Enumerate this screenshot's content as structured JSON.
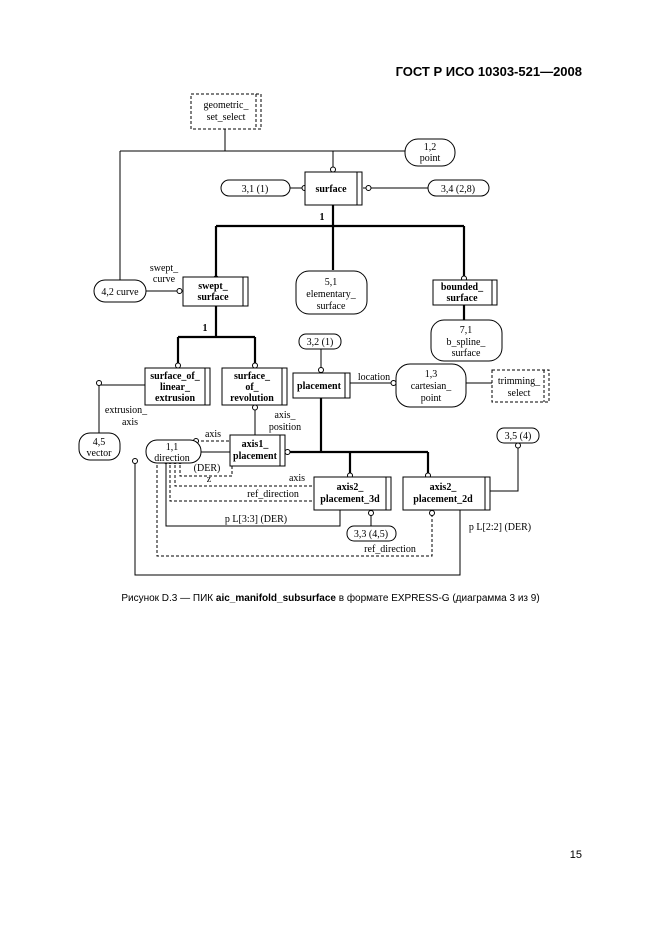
{
  "header": {
    "title": "ГОСТ Р ИСО 10303-521—2008"
  },
  "page_number": "15",
  "caption": {
    "prefix": "Рисунок D.3 — ПИК ",
    "name": "aic_manifold_subsurface",
    "suffix": " в формате EXPRESS-G (диаграмма 3 из 9)"
  },
  "diagram": {
    "entities": {
      "surface": "surface",
      "swept_surface": [
        "swept_",
        "surface"
      ],
      "bounded_surface": [
        "bounded_",
        "surface"
      ],
      "surface_of_linear_extrusion": [
        "surface_of_",
        "linear_",
        "extrusion"
      ],
      "surface_of_revolution": [
        "surface_",
        "of_",
        "revolution"
      ],
      "placement": "placement",
      "axis1_placement": [
        "axis1_",
        "placement"
      ],
      "axis2_placement_3d": [
        "axis2_",
        "placement_3d"
      ],
      "axis2_placement_2d": [
        "axis2_",
        "placement_2d"
      ]
    },
    "select": {
      "geometric_set_select": [
        "geometric_",
        "set_select"
      ],
      "trimming_select": [
        "trimming_",
        "select"
      ]
    },
    "references": {
      "point": [
        "1,2",
        "point"
      ],
      "ref_3_1": "3,1 (1)",
      "ref_3_4": "3,4 (2,8)",
      "curve": "4,2 curve",
      "elementary_surface": [
        "5,1",
        "elementary_",
        "surface"
      ],
      "b_spline_surface": [
        "7,1",
        "b_spline_",
        "surface"
      ],
      "ref_3_2": "3,2 (1)",
      "cartesian_point": [
        "1,3",
        "cartesian_",
        "point"
      ],
      "vector": [
        "4,5",
        "vector"
      ],
      "direction": [
        "1,1",
        "direction"
      ],
      "ref_3_5": "3,5 (4)",
      "ref_3_3": "3,3 (4,5)"
    },
    "cardinality": {
      "surface_subtypes": "1",
      "swept_subtypes": "1"
    },
    "attributes": {
      "swept_curve": [
        "swept_",
        "curve"
      ],
      "location": "location",
      "extrusion_axis": [
        "extrusion_",
        "axis"
      ],
      "axis_position": [
        "axis_",
        "position"
      ],
      "axis_a": "axis",
      "der_z": [
        "(DER)",
        "z"
      ],
      "axis_b": "axis",
      "ref_direction_a": "ref_direction",
      "p_3d": "p L[3:3] (DER)",
      "p_2d": "p L[2:2] (DER)",
      "ref_direction_b": "ref_direction"
    }
  }
}
